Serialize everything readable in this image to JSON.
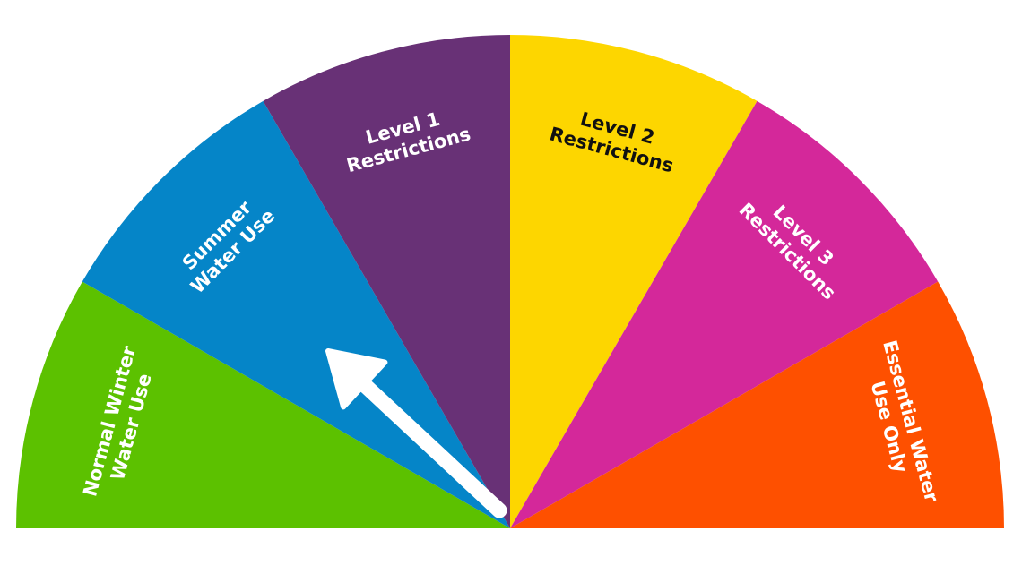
{
  "gauge": {
    "segments": [
      {
        "id": "normal-winter",
        "lines": [
          "Normal Winter",
          "Water Use"
        ],
        "color": "#5cc100",
        "text_color": "#ffffff"
      },
      {
        "id": "summer",
        "lines": [
          "Summer",
          "Water Use"
        ],
        "color": "#0585c8",
        "text_color": "#ffffff"
      },
      {
        "id": "level-1",
        "lines": [
          "Level 1",
          "Restrictions"
        ],
        "color": "#683176",
        "text_color": "#ffffff"
      },
      {
        "id": "level-2",
        "lines": [
          "Level 2",
          "Restrictions"
        ],
        "color": "#fdd600",
        "text_color": "#111111"
      },
      {
        "id": "level-3",
        "lines": [
          "Level 3",
          "Restrictions"
        ],
        "color": "#d4289a",
        "text_color": "#ffffff"
      },
      {
        "id": "essential",
        "lines": [
          "Essential Water",
          "Use Only"
        ],
        "color": "#fe5000",
        "text_color": "#ffffff"
      }
    ],
    "needle": {
      "color": "#ffffff",
      "points_to": "Summer Water Use"
    }
  }
}
